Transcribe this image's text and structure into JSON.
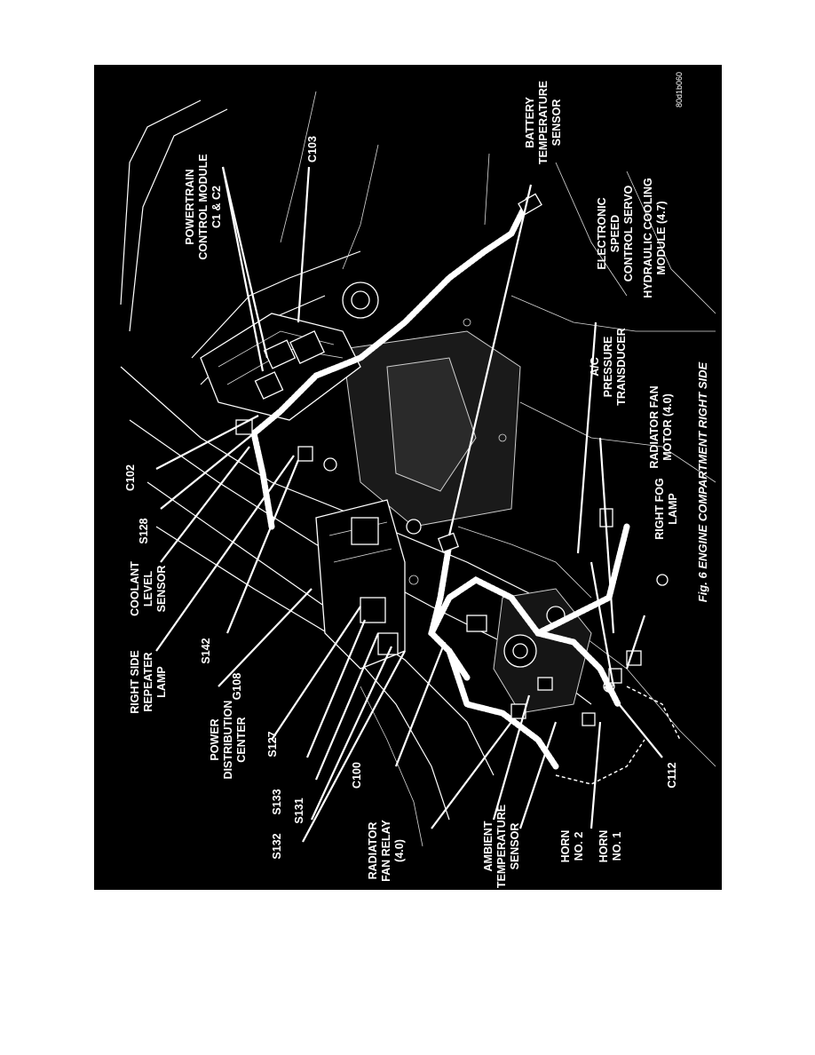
{
  "figure": {
    "caption": "Fig. 6 ENGINE COMPARTMENT RIGHT SIDE",
    "code": "80d1b060",
    "background": "#000000",
    "foreground": "#ffffff"
  },
  "labels": {
    "pcm_1": "POWERTRAIN",
    "pcm_2": "CONTROL MODULE",
    "pcm_3": "C1 & C2",
    "c103": "C103",
    "batt_1": "BATTERY",
    "batt_2": "TEMPERATURE",
    "batt_3": "SENSOR",
    "c102": "C102",
    "s128": "S128",
    "coolant_1": "COOLANT",
    "coolant_2": "LEVEL",
    "coolant_3": "SENSOR",
    "repeater_1": "RIGHT SIDE",
    "repeater_2": "REPEATER",
    "repeater_3": "LAMP",
    "s142": "S142",
    "g108": "G108",
    "pdc_1": "POWER",
    "pdc_2": "DISTRIBUTION",
    "pdc_3": "CENTER",
    "s127": "S127",
    "s133": "S133",
    "s131": "S131",
    "s132": "S132",
    "c100": "C100",
    "fanrelay_1": "RADIATOR",
    "fanrelay_2": "FAN RELAY",
    "fanrelay_3": "(4.0)",
    "ambient_1": "AMBIENT",
    "ambient_2": "TEMPERATURE",
    "ambient_3": "SENSOR",
    "horn2_1": "HORN",
    "horn2_2": "NO. 2",
    "horn1_1": "HORN",
    "horn1_2": "NO. 1",
    "c112": "C112",
    "fog_1": "RIGHT FOG",
    "fog_2": "LAMP",
    "fanmotor_1": "RADIATOR FAN",
    "fanmotor_2": "MOTOR (4.0)",
    "ac_1": "A/C",
    "ac_2": "PRESSURE",
    "ac_3": "TRANSDUCER",
    "speed_1": "ELECTRONIC",
    "speed_2": "SPEED",
    "speed_3": "CONTROL SERVO",
    "hydraulic_1": "HYDRAULIC COOLING",
    "hydraulic_2": "MODULE (4.7)"
  }
}
